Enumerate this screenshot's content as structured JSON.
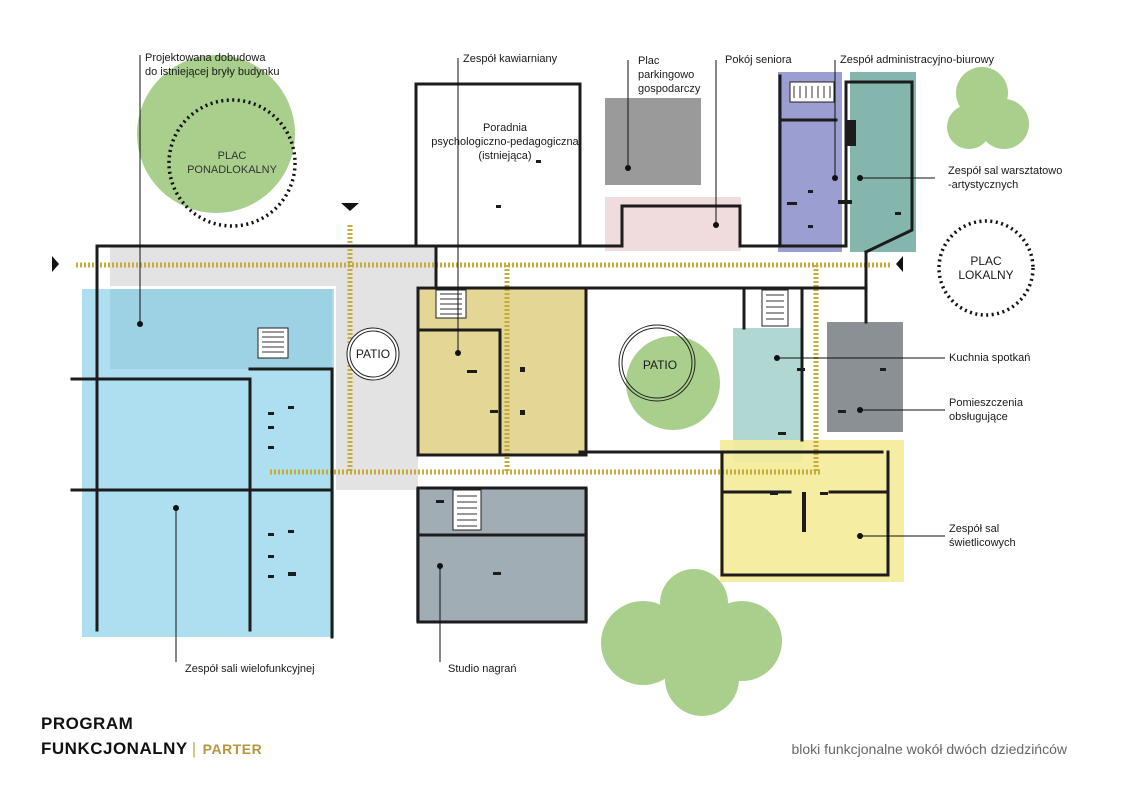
{
  "title": {
    "line1": "PROGRAM",
    "line2": "FUNKCJONALNY",
    "separator": "|",
    "subtitle": "PARTER"
  },
  "caption": "bloki funkcjonalne wokół dwóch dziedzińców",
  "labels": {
    "dobudowa": "Projektowana dobudowa\ndo istniejącej bryły budynku",
    "plac_ponadlokalny": "PLAC\nPONADLOKALNY",
    "kawiarnia": "Zespół kawiarniany",
    "poradnia": "Poradnia\npsychologiczno-pedagogiczna\n(istniejąca)",
    "plac_parkingowy": "Plac\nparkingowo\ngospodarczy",
    "pokoj_seniora": "Pokój seniora",
    "administracja": "Zespół administracyjno-biurowy",
    "warsztaty": "Zespół sal warsztatowo\n-artystycznych",
    "plac_lokalny": "PLAC\nLOKALNY",
    "patio_left": "PATIO",
    "patio_right": "PATIO",
    "kuchnia": "Kuchnia spotkań",
    "pomieszczenia": "Pomieszczenia\nobsługujące",
    "swietlica": "Zespół sal\nświetlicowych",
    "wielofunkcyjna": "Zespół sali wielofunkcyjnej",
    "studio": "Studio nagrań"
  },
  "colors": {
    "multipurpose": "#a9ddf0",
    "cafe": "#e3d48f",
    "studio": "#8f9fa8",
    "kitchen": "#a9d3ce",
    "service": "#8a9094",
    "community": "#f3eb9a",
    "admin": "#8f93cc",
    "workshop": "#6ea9a0",
    "parking": "#9a9a9a",
    "senior": "#f0dcdc",
    "green": "#a9cf8c",
    "circulation": "#c5ac3c",
    "grey_hall": "#e3e3e3",
    "wall": "#1c1c1c"
  }
}
